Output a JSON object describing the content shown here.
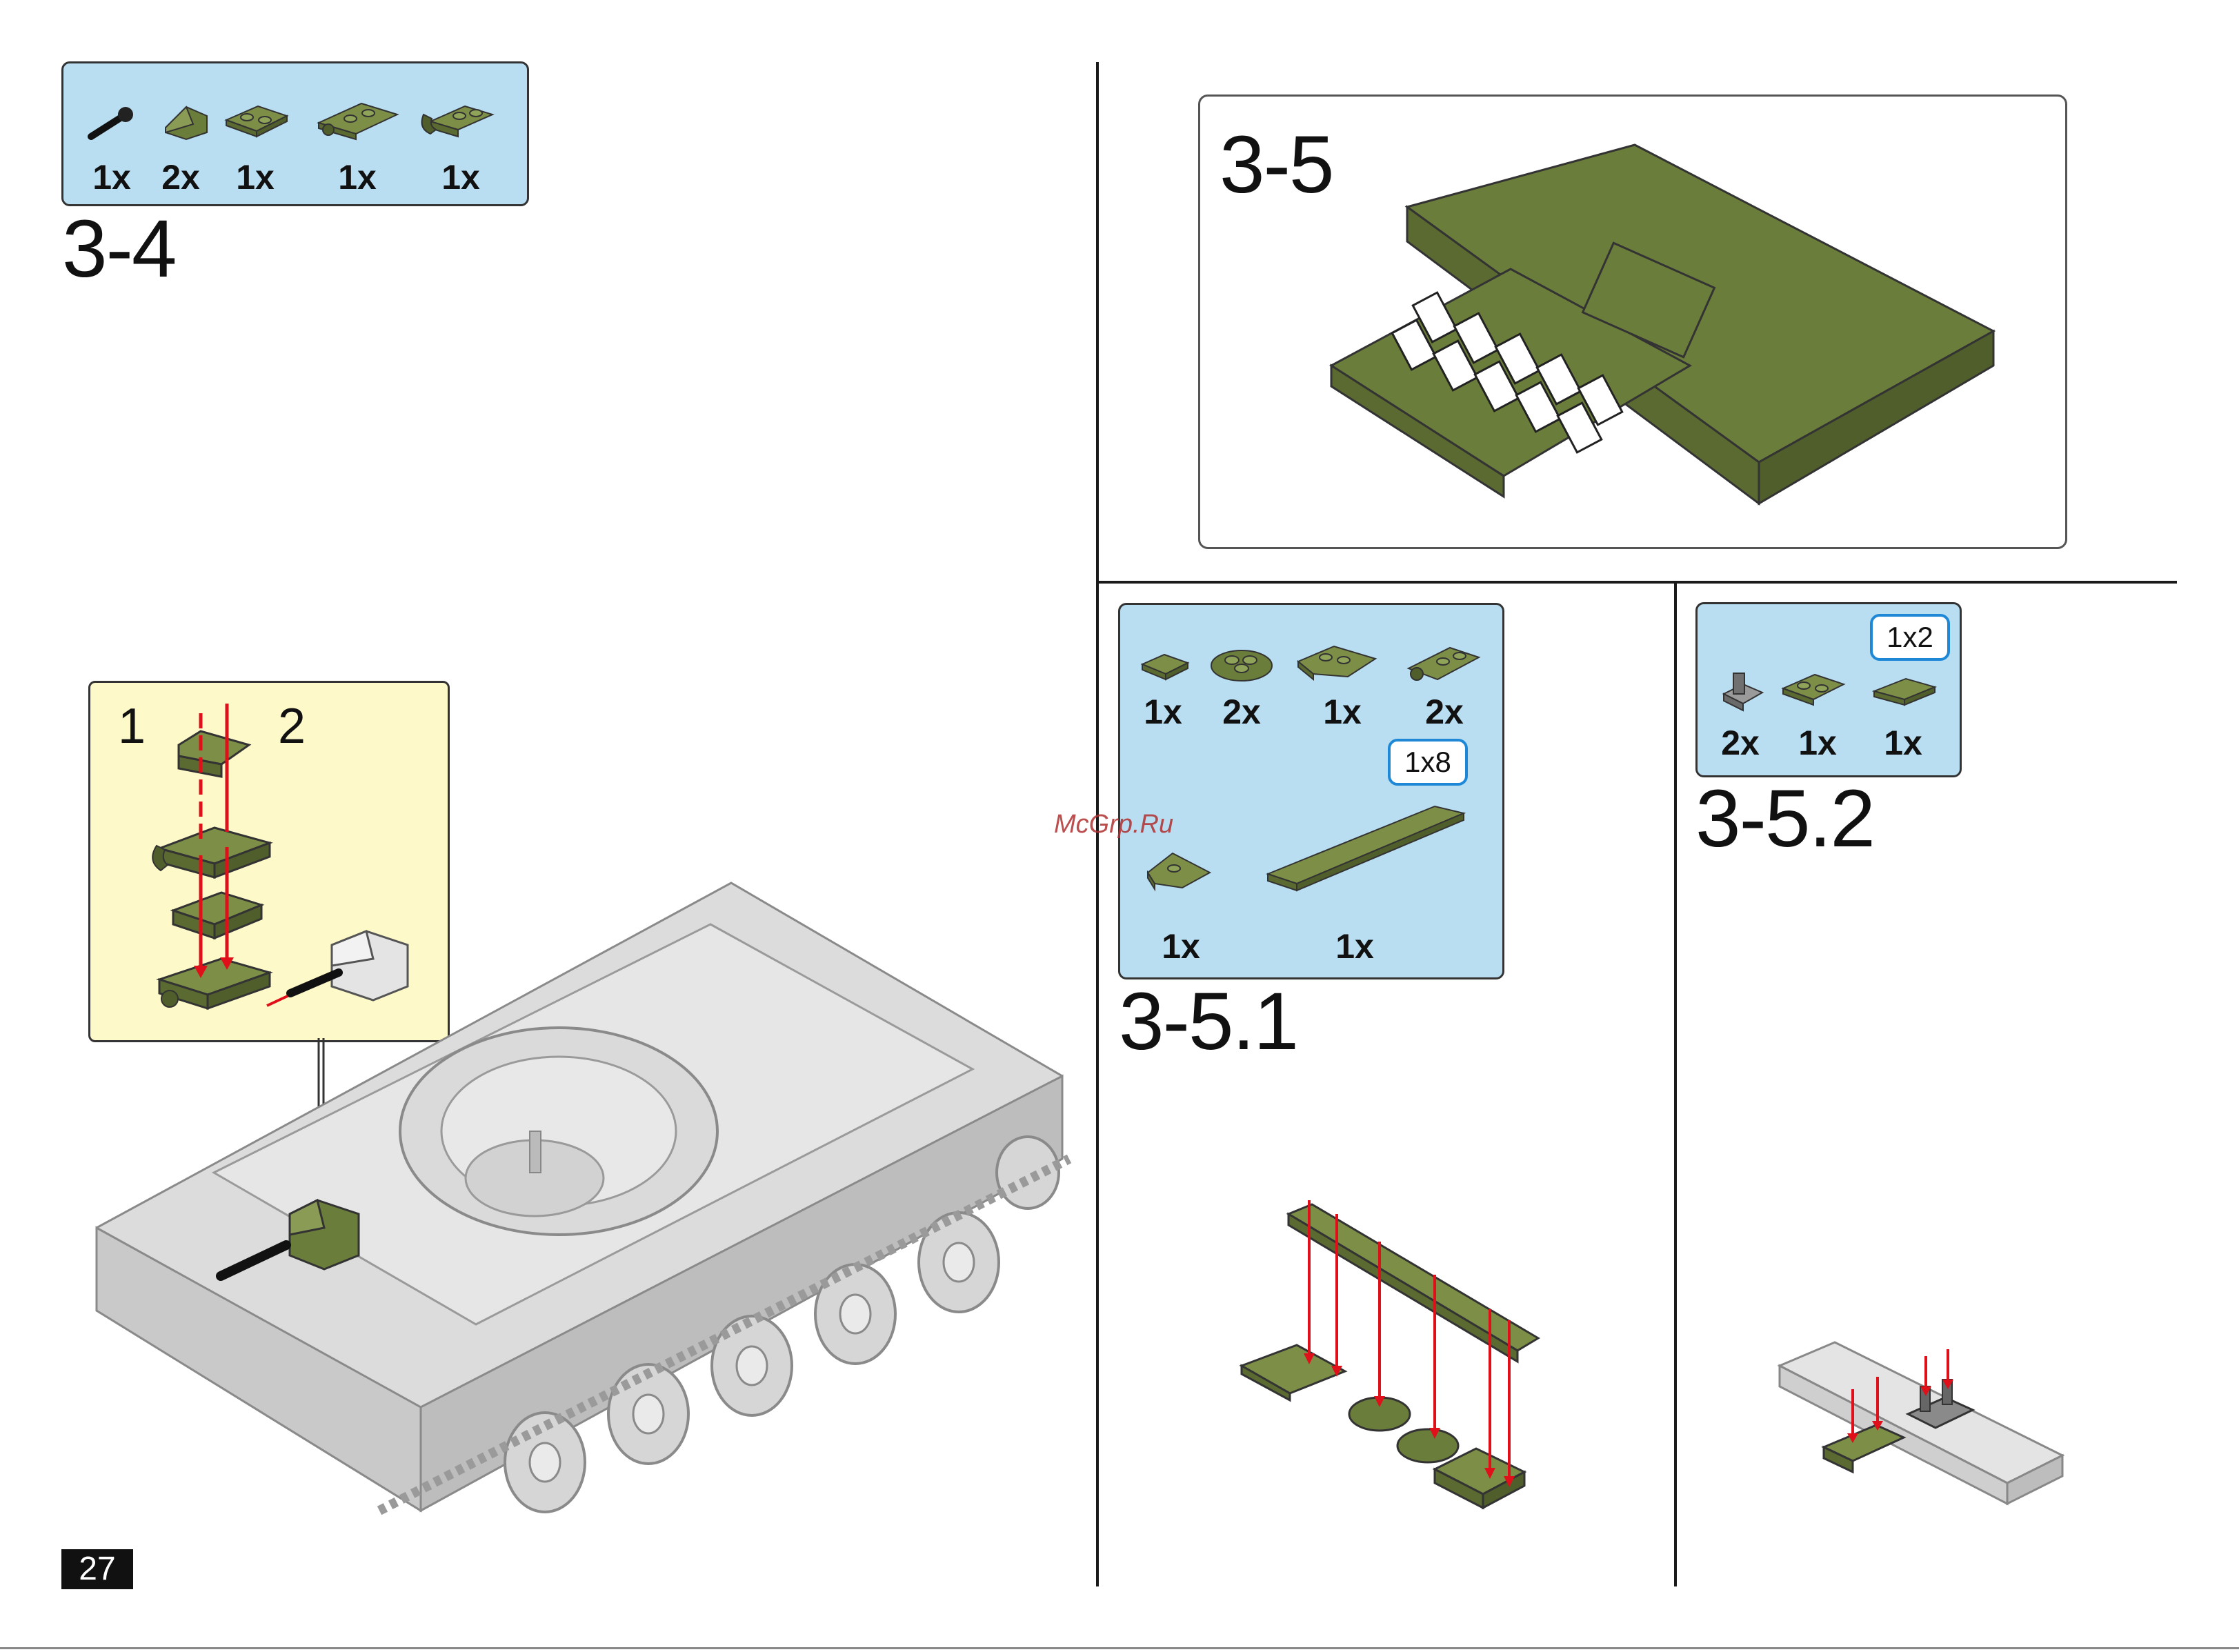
{
  "page_number": "27",
  "watermark": "McGrp.Ru",
  "step_3_4": {
    "label": "3-4",
    "parts": [
      {
        "icon": "pin-part-icon",
        "qty": "1x"
      },
      {
        "icon": "slope-brick-icon",
        "qty": "2x"
      },
      {
        "icon": "plate-1x2-icon",
        "qty": "1x"
      },
      {
        "icon": "hinge-plate-icon",
        "qty": "1x"
      },
      {
        "icon": "clip-plate-icon",
        "qty": "1x"
      }
    ],
    "callout": {
      "sub_step_1": "1",
      "sub_step_2": "2"
    }
  },
  "step_3_5": {
    "label": "3-5"
  },
  "step_3_5_1": {
    "label": "3-5.1",
    "parts_row1": [
      {
        "icon": "tile-1x1-icon",
        "qty": "1x"
      },
      {
        "icon": "round-plate-icon",
        "qty": "2x"
      },
      {
        "icon": "wedge-plate-icon",
        "qty": "1x"
      },
      {
        "icon": "hinge-plate-icon",
        "qty": "2x"
      }
    ],
    "size_badge": "1x8",
    "parts_row2": [
      {
        "icon": "wedge-small-icon",
        "qty": "1x"
      },
      {
        "icon": "plate-1x8-icon",
        "qty": "1x"
      }
    ]
  },
  "step_3_5_2": {
    "label": "3-5.2",
    "size_badge": "1x2",
    "parts": [
      {
        "icon": "grille-brick-icon",
        "qty": "2x"
      },
      {
        "icon": "plate-1x2-icon",
        "qty": "1x"
      },
      {
        "icon": "tile-1x2-icon",
        "qty": "1x"
      }
    ]
  },
  "colors": {
    "olive": "#6b7d3a",
    "olive_dark": "#4f5e2a",
    "panel_blue": "#b9def2",
    "callout_yellow": "#fdf9c9",
    "arrow_red": "#e0101a",
    "ghost_gray": "#d4d4d4",
    "badge_blue": "#1e88d6"
  }
}
